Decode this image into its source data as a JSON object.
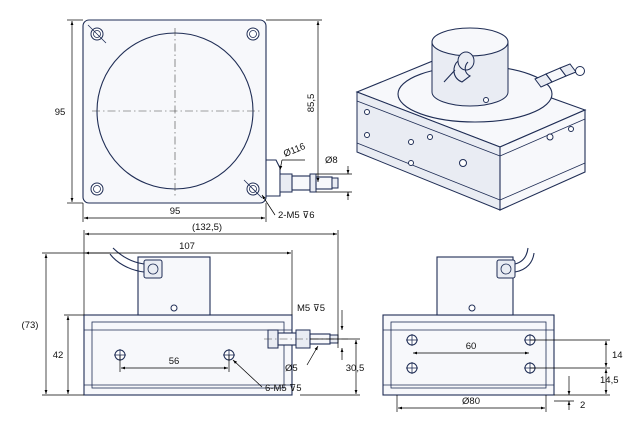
{
  "dimensions": {
    "width_95": "95",
    "height_95": "95",
    "height_85_5": "85,5",
    "dia_116": "Ø116",
    "dia_8": "Ø8",
    "tapped_2xm5": "2-M5 ⊽6",
    "length_132_5": "(132,5)",
    "length_107": "107",
    "height_73": "(73)",
    "height_42": "42",
    "spacing_56": "56",
    "tapped_6xm5": "6-M5 ⊽5",
    "thread_m5": "M5 ⊽5",
    "dia_5": "Ø5",
    "height_30_5": "30,5",
    "spacing_60": "60",
    "spacing_14": "14",
    "height_14_5": "14,5",
    "offset_2": "2",
    "dia_80": "Ø80"
  }
}
